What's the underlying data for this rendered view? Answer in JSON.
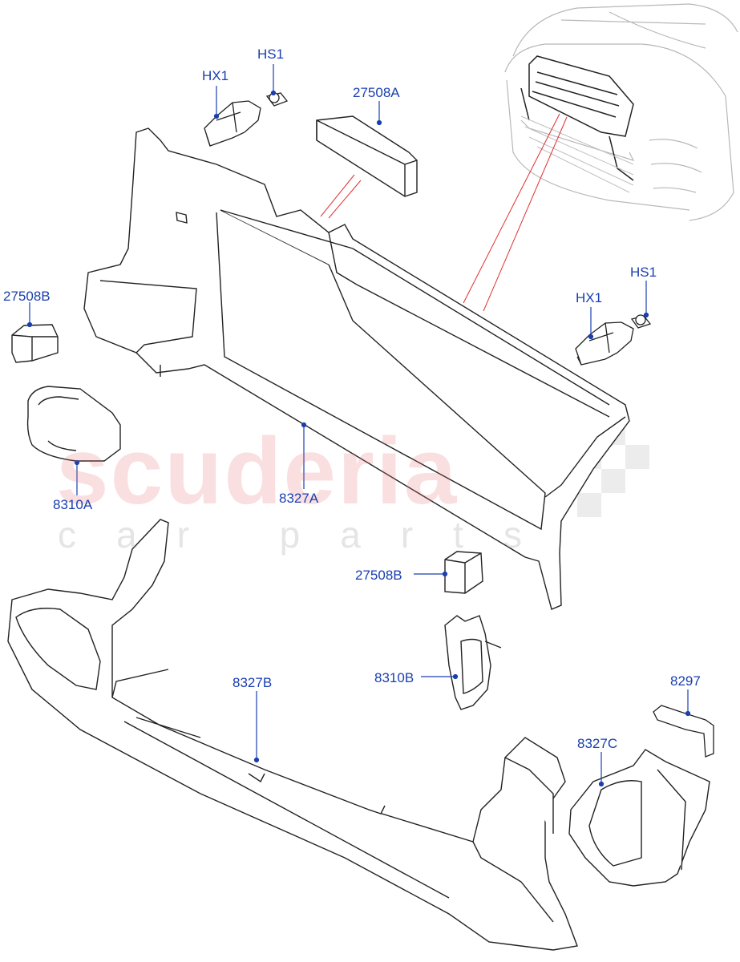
{
  "watermark": {
    "brand": "scuderia",
    "tagline": "car parts"
  },
  "callouts": {
    "hx1_left": "HX1",
    "hs1_left": "HS1",
    "p27508a": "27508A",
    "p27508b_left": "27508B",
    "hx1_right": "HX1",
    "hs1_right": "HS1",
    "p8310a": "8310A",
    "p8327a": "8327A",
    "p27508b_right": "27508B",
    "p8310b": "8310B",
    "p8327b": "8327B",
    "p8297": "8297",
    "p8327c": "8327C"
  },
  "colors": {
    "callout_text": "#1a3fb0",
    "leader_line": "#1a3fb0",
    "reference_line": "#e03030",
    "part_outline": "#222222",
    "vehicle_outline": "#b8b8b8",
    "watermark_red": "#e86e78",
    "watermark_grey": "#969696"
  }
}
